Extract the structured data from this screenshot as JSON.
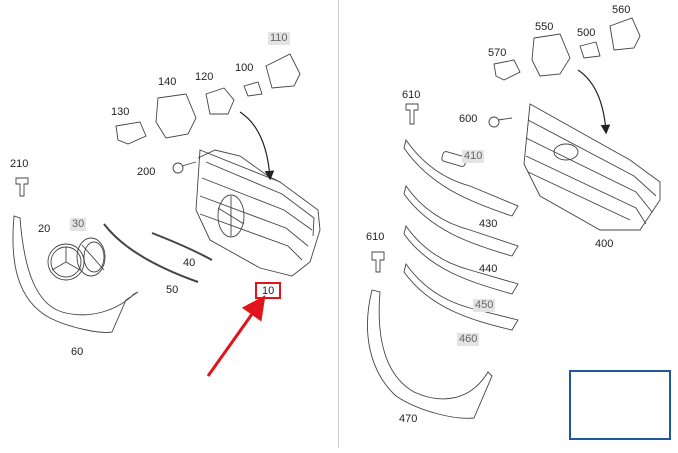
{
  "diagram": {
    "labels": {
      "l10": "10",
      "l20": "20",
      "l30": "30",
      "l40": "40",
      "l50": "50",
      "l60": "60",
      "l100": "100",
      "l110": "110",
      "l120": "120",
      "l130": "130",
      "l140": "140",
      "l200": "200",
      "l210": "210",
      "l400": "400",
      "l410": "410",
      "l430": "430",
      "l440": "440",
      "l450": "450",
      "l460": "460",
      "l470": "470",
      "l500": "500",
      "l550": "550",
      "l560": "560",
      "l570": "570",
      "l600": "600",
      "l610a": "610",
      "l610b": "610"
    },
    "highlighted_part": "10",
    "colors": {
      "highlight": "#e0141b",
      "line": "#333333",
      "thumbnail_border": "#1e5a97",
      "label_bg": "#e4e4e4"
    }
  }
}
